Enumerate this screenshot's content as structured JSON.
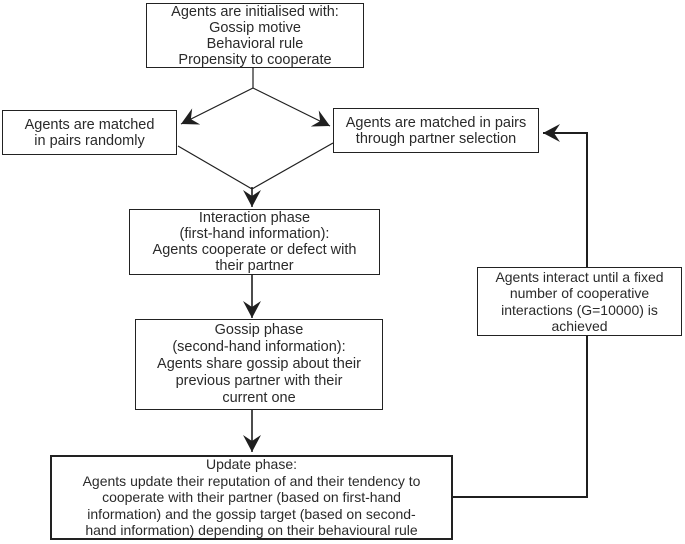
{
  "figure": {
    "type": "flowchart",
    "background_color": "#ffffff",
    "line_color": "#1f1f1f",
    "border_color": "#222222",
    "text_color": "#2a2a2a"
  },
  "boxes": {
    "init": {
      "text": "Agents are initialised with:\nGossip motive\nBehavioral rule\nPropensity to cooperate"
    },
    "random_matching": {
      "text": "Agents are matched\nin pairs randomly"
    },
    "partner_selection": {
      "text": "Agents are matched in pairs\nthrough partner selection"
    },
    "interaction": {
      "text": "Interaction phase\n(first-hand information):\nAgents cooperate or defect with\ntheir partner"
    },
    "gossip": {
      "text": "Gossip phase\n(second-hand information):\nAgents share gossip about their\nprevious partner with their\ncurrent one"
    },
    "update": {
      "text": "Update phase:\nAgents update their reputation of and their tendency to\ncooperate with their partner (based on first-hand\ninformation) and  the gossip target (based on second-\nhand information) depending on their behavioural rule"
    },
    "loop_condition": {
      "text": "Agents interact until a  fixed\nnumber of cooperative\ninteractions (G=10000) is\nachieved"
    }
  }
}
